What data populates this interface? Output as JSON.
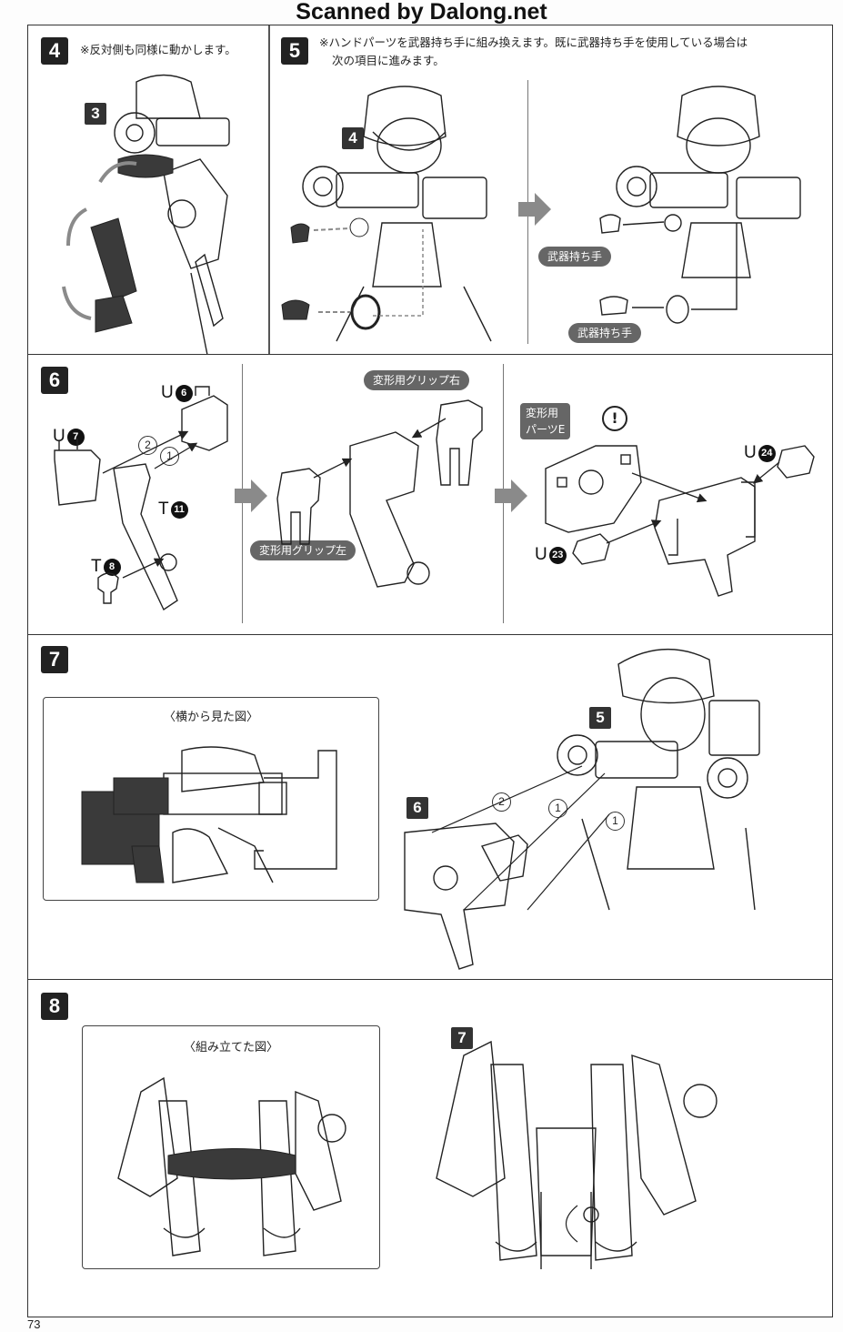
{
  "header": {
    "scan_credit": "Scanned by Dalong.net"
  },
  "steps": {
    "s4": {
      "number": "4",
      "note": "※反対側も同様に動かします。",
      "ref": "3"
    },
    "s5": {
      "number": "5",
      "note_line1": "※ハンドパーツを武器持ち手に組み換えます。既に武器持ち手を使用している場合は",
      "note_line2": "次の項目に進みます。",
      "ref": "4",
      "pill_1": "武器持ち手",
      "pill_2": "武器持ち手"
    },
    "s6": {
      "number": "6",
      "u6_letter": "U",
      "u6_num": "6",
      "u7_letter": "U",
      "u7_num": "7",
      "t11_letter": "T",
      "t11_num": "11",
      "t8_letter": "T",
      "t8_num": "8",
      "u24_letter": "U",
      "u24_num": "24",
      "u23_letter": "U",
      "u23_num": "23",
      "order_1": "1",
      "order_2": "2",
      "grip_right": "変形用グリップ右",
      "grip_left": "変形用グリップ左",
      "parts_e_line1": "変形用",
      "parts_e_line2": "パーツE",
      "caution": "!"
    },
    "s7": {
      "number": "7",
      "side_view_title": "〈横から見た図〉",
      "ref_5": "5",
      "ref_6": "6",
      "order_1a": "1",
      "order_1b": "1",
      "order_2": "2"
    },
    "s8": {
      "number": "8",
      "assembled_title": "〈組み立てた図〉",
      "ref_7": "7"
    }
  },
  "footer": {
    "page_number": "73"
  },
  "colors": {
    "ink": "#222222",
    "pill_bg": "#666666",
    "part_fill": "#3a3a3a",
    "arrow_grey": "#8a8a8a"
  }
}
